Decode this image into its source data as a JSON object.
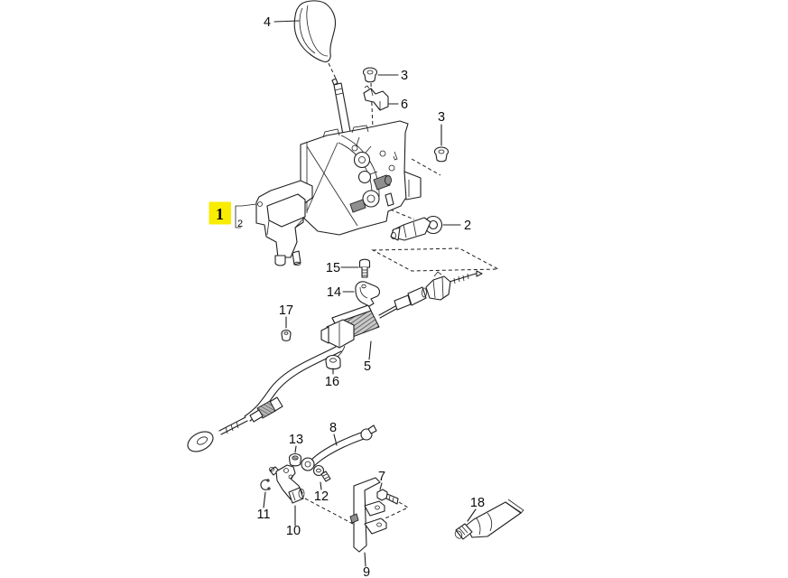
{
  "diagram": {
    "kind": "exploded-parts-diagram",
    "subject": "gear selector / shift lever mechanism with shift cable",
    "background_color": "#ffffff",
    "line_color": "#1f1f1f",
    "highlight": {
      "color": "#f8ec00",
      "label": "1",
      "sub_label": "2"
    },
    "callouts": [
      {
        "id": "4",
        "label": "4"
      },
      {
        "id": "3-upper",
        "label": "3"
      },
      {
        "id": "6",
        "label": "6"
      },
      {
        "id": "3-right",
        "label": "3"
      },
      {
        "id": "1-highlight",
        "label": "1",
        "highlighted": true
      },
      {
        "id": "2-sub",
        "label": "2"
      },
      {
        "id": "2-pin",
        "label": "2"
      },
      {
        "id": "15",
        "label": "15"
      },
      {
        "id": "14",
        "label": "14"
      },
      {
        "id": "17",
        "label": "17"
      },
      {
        "id": "5",
        "label": "5"
      },
      {
        "id": "16",
        "label": "16"
      },
      {
        "id": "8",
        "label": "8"
      },
      {
        "id": "13",
        "label": "13"
      },
      {
        "id": "12",
        "label": "12"
      },
      {
        "id": "11",
        "label": "11"
      },
      {
        "id": "10",
        "label": "10"
      },
      {
        "id": "7",
        "label": "7"
      },
      {
        "id": "9",
        "label": "9"
      },
      {
        "id": "18",
        "label": "18"
      }
    ]
  }
}
